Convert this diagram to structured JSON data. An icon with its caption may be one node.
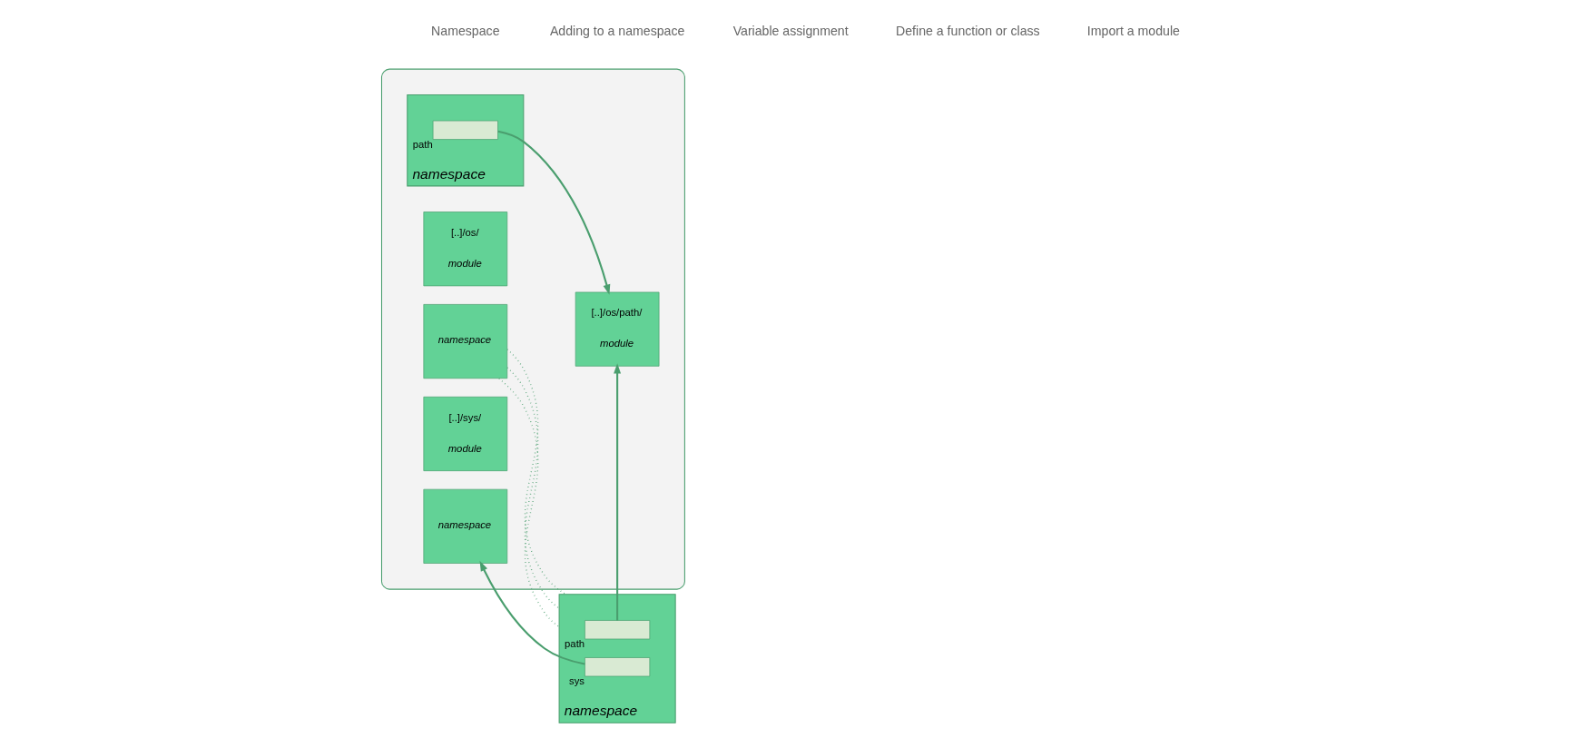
{
  "diagram": {
    "nodes": [
      {
        "text": [],
        "shape": "cloud"
      },
      {
        "text": [
          "[..]/os/",
          "module"
        ],
        "in": 0
      },
      {
        "text": [
          "namespace"
        ],
        "in": 0
      },
      {
        "text": [],
        "shape": "box",
        "beside": [
          "path"
        ],
        "in": 2
      },
      {
        "text": [
          "[..]/os/path/",
          "module"
        ],
        "in": 0
      },
      {
        "text": [
          "namespace"
        ],
        "in": 0
      },
      {
        "text": [
          "[..]/sys/",
          "module"
        ],
        "in": 0
      },
      {
        "text": [
          "namespace"
        ],
        "in": 0
      },
      {
        "text": [
          "namespace"
        ]
      },
      {
        "text": [],
        "shape": "box",
        "beside": [
          "path"
        ],
        "in": 8
      },
      {
        "text": [],
        "shape": "box",
        "beside": [
          "sys"
        ],
        "in": 8
      }
    ],
    "edges": [
      {
        "from": 3,
        "to": 4,
        "arrow": "to"
      },
      {
        "from": 9,
        "to": 4,
        "arrow": "to"
      },
      {
        "from": 10,
        "to": 7,
        "arrow": "to"
      },
      {
        "from": 5,
        "to": 8,
        "arrow": "none",
        "style": "dashed"
      },
      {
        "from": 5,
        "to": 8,
        "arrow": "none",
        "style": "dashed"
      },
      {
        "from": 5,
        "to": 8,
        "arrow": "none",
        "style": "dashed"
      }
    ],
    "labels": [
      "Namespace",
      "Adding to a namespace",
      "Variable assignment",
      "Define a function or class",
      "Import a module"
    ]
  }
}
